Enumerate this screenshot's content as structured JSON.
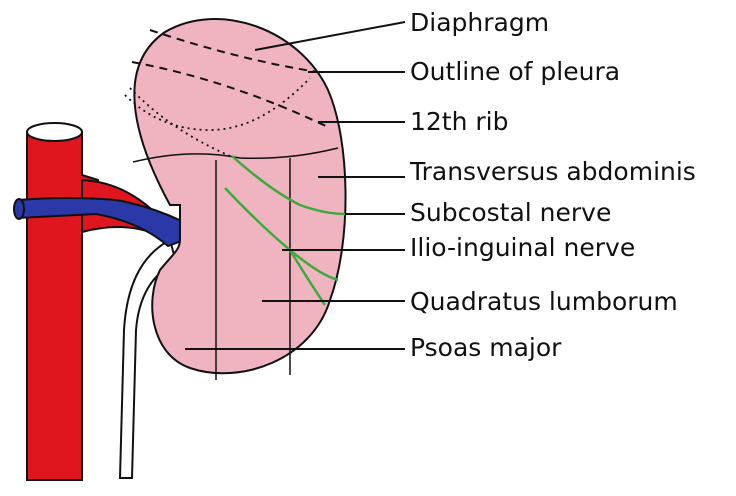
{
  "diagram": {
    "labels": [
      {
        "id": "diaphragm",
        "text": "Diaphragm"
      },
      {
        "id": "pleura",
        "text": "Outline of pleura"
      },
      {
        "id": "rib12",
        "text": "12th rib"
      },
      {
        "id": "transversus",
        "text": "Transversus abdominis"
      },
      {
        "id": "subcostal",
        "text": "Subcostal nerve"
      },
      {
        "id": "ilioinguinal",
        "text": "Ilio-inguinal nerve"
      },
      {
        "id": "quadratus",
        "text": "Quadratus lumborum"
      },
      {
        "id": "psoas",
        "text": "Psoas major"
      }
    ],
    "colors": {
      "kidney_fill": "#f0b4c0",
      "artery": "#e0161e",
      "vein": "#2b38a8",
      "nerve": "#3daa3d",
      "ureter": "#ffffff",
      "outline": "#111111"
    }
  }
}
